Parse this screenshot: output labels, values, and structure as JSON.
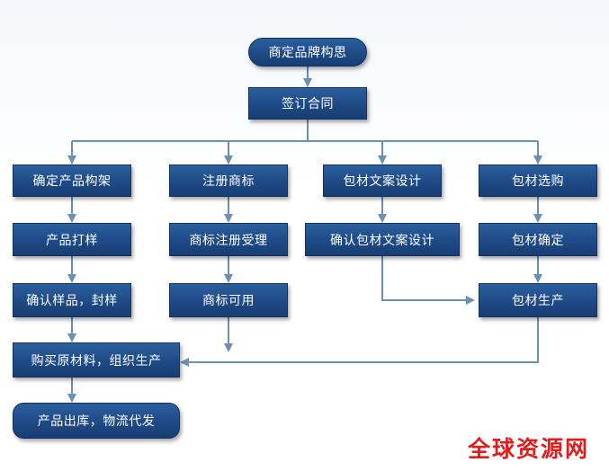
{
  "nodes": {
    "brand_concept": "商定品牌构思",
    "sign_contract": "签订合同",
    "product_structure": "确定产品构架",
    "register_trademark": "注册商标",
    "packaging_design": "包材文案设计",
    "packaging_selection": "包材选购",
    "product_sample": "产品打样",
    "trademark_accepted": "商标注册受理",
    "confirm_packaging_design": "确认包材文案设计",
    "packaging_confirmed": "包材确定",
    "confirm_sample": "确认样品，封样",
    "trademark_usable": "商标可用",
    "packaging_production": "包材生产",
    "buy_materials": "购买原材料，组织生产",
    "warehouse_logistics": "产品出库，物流代发"
  },
  "watermark": "全球资源网",
  "colors": {
    "box": "#1e4a86",
    "connector": "#6b8fb5",
    "watermark": "#e01c1c"
  }
}
